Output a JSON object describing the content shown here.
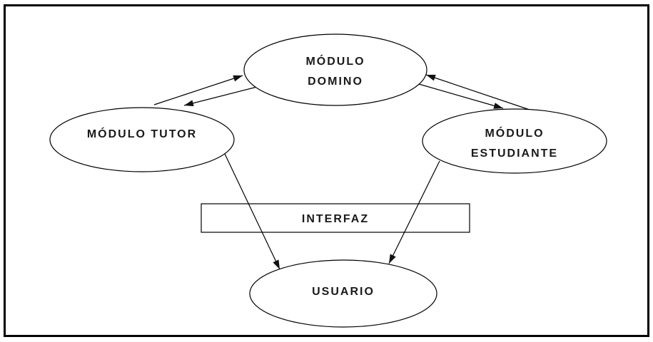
{
  "diagram": {
    "type": "module-architecture-diagram",
    "nodes": {
      "domino": {
        "shape": "ellipse",
        "line1": "MÓDULO",
        "line2": "DOMINO"
      },
      "tutor": {
        "shape": "ellipse",
        "label": "MÓDULO TUTOR"
      },
      "estudiante": {
        "shape": "ellipse",
        "line1": "MÓDULO",
        "line2": "ESTUDIANTE"
      },
      "interfaz": {
        "shape": "rectangle",
        "label": "INTERFAZ"
      },
      "usuario": {
        "shape": "ellipse",
        "label": "USUARIO"
      }
    },
    "edges": [
      {
        "from": "tutor",
        "to": "domino",
        "arrow": "single"
      },
      {
        "from": "domino",
        "to": "tutor",
        "arrow": "single"
      },
      {
        "from": "estudiante",
        "to": "domino",
        "arrow": "single"
      },
      {
        "from": "domino",
        "to": "estudiante",
        "arrow": "single"
      },
      {
        "from": "tutor",
        "to": "usuario",
        "arrow": "single",
        "passes_through": "interfaz"
      },
      {
        "from": "estudiante",
        "to": "usuario",
        "arrow": "single",
        "passes_through": "interfaz"
      }
    ],
    "colors": {
      "stroke": "#000000",
      "text": "#1a1a1a",
      "background": "#ffffff"
    }
  }
}
